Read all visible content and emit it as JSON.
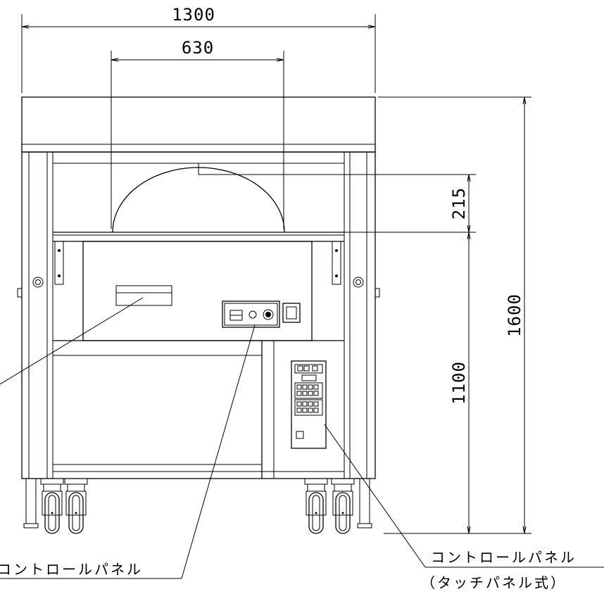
{
  "dimensions": {
    "overall_width": "1300",
    "inner_width": "630",
    "dome_height": "215",
    "lower_height": "1100",
    "overall_height": "1600"
  },
  "callouts": {
    "control_panel_left": "コントロールパネル",
    "control_panel_right_line1": "コントロールパネル",
    "control_panel_right_line2": "（タッチパネル式）"
  }
}
